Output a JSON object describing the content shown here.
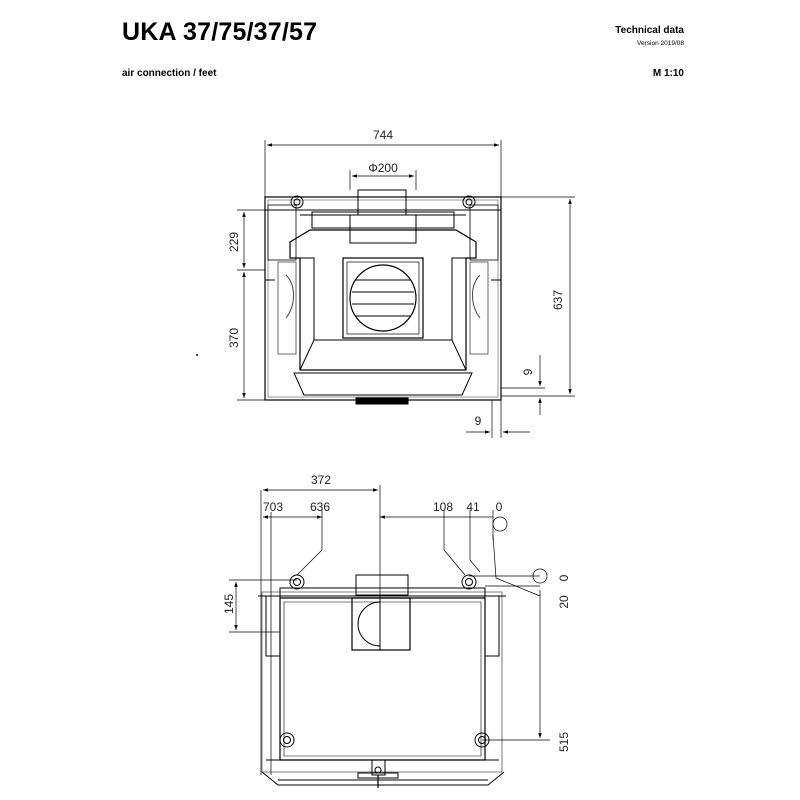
{
  "header": {
    "title": "UKA 37/75/37/57",
    "subtitle": "air connection / feet",
    "tech_label": "Technical data",
    "version": "Version 2019/08",
    "scale": "M 1:10"
  },
  "top_view": {
    "width": "744",
    "diameter": "Φ200",
    "h_upper": "229",
    "h_lower": "370",
    "h_total": "637",
    "offset_right": "9",
    "offset_bottom": "9"
  },
  "bottom_view": {
    "center": "372",
    "left_outer": "703",
    "left_inner": "636",
    "right_inner": "108",
    "right_mid": "41",
    "right_zero": "0",
    "v_foot": "145",
    "v_zero": "0",
    "v_twenty": "20",
    "v_depth": "515"
  }
}
